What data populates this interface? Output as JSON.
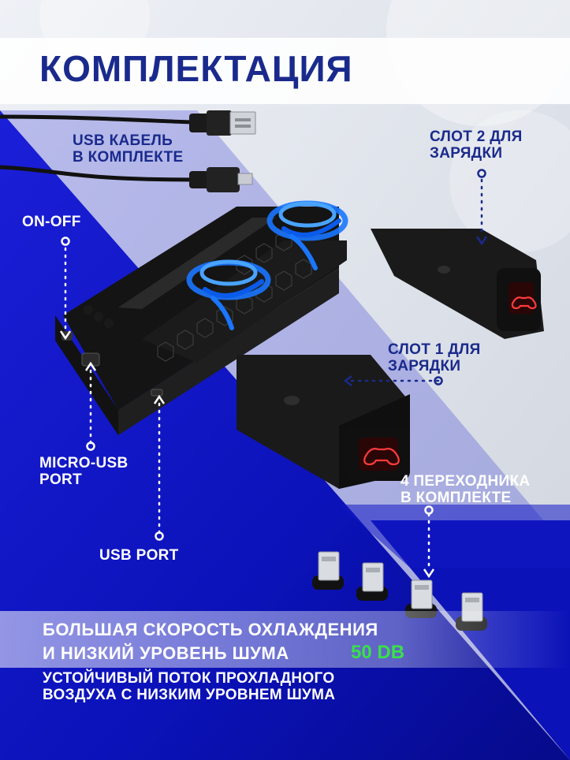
{
  "title": "КОМПЛЕКТАЦИЯ",
  "labels": {
    "usb_cable": [
      "USB КАБЕЛЬ",
      "В КОМПЛЕКТЕ"
    ],
    "slot2": [
      "СЛОТ 2 ДЛЯ",
      "ЗАРЯДКИ"
    ],
    "on_off": "ON-OFF",
    "slot1": [
      "СЛОТ 1 ДЛЯ",
      "ЗАРЯДКИ"
    ],
    "micro_usb": [
      "MICRO-USB",
      "PORT"
    ],
    "adapters": [
      "4 ПЕРЕХОДНИКА",
      "В КОМПЛЕКТЕ"
    ],
    "usb_port": "USB PORT"
  },
  "features": {
    "line1": "БОЛЬШАЯ СКОРОСТЬ ОХЛАЖДЕНИЯ",
    "line2": "И НИЗКИЙ УРОВЕНЬ ШУМА",
    "noise": "50 DB",
    "desc": [
      "УСТОЙЧИВЫЙ ПОТОК ПРОХЛАДНОГО",
      "ВОЗДУХА С НИЗКИМ УРОВНЕМ ШУМА"
    ]
  },
  "colors": {
    "brand_blue": "#1a2a8c",
    "deep_blue": "#0a0fb0",
    "accent_green": "#39e04b",
    "device_black": "#1c1c1e"
  },
  "icons": [
    "usb-cable-icon",
    "fan-swirl-icon",
    "controller-icon",
    "adapter-icon"
  ]
}
